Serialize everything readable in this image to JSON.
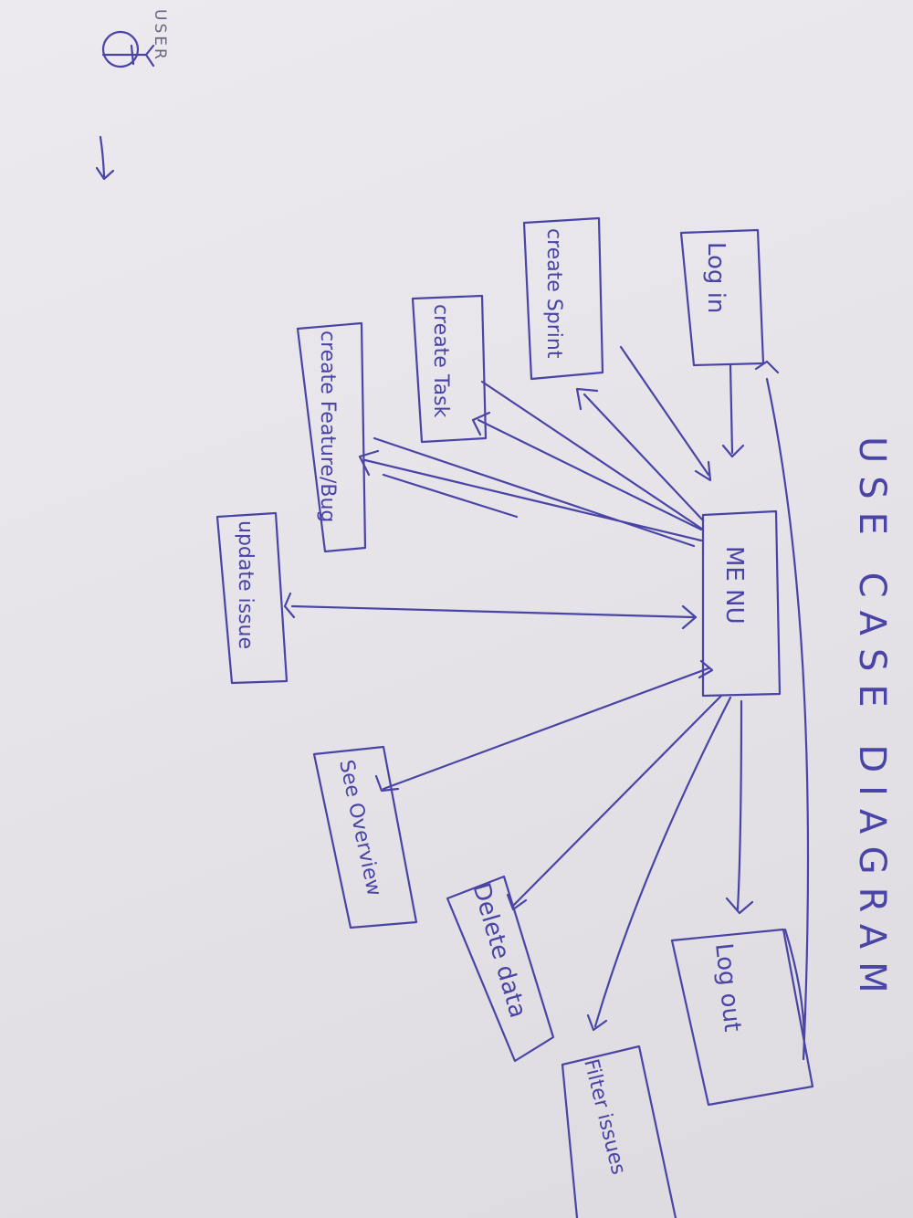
{
  "title": "USE CASE DIAGRAM",
  "actor": {
    "label": "USER"
  },
  "nodes": {
    "login": "Log in",
    "menu": "ME NU",
    "logout": "Log out",
    "create_sprint": "create Sprint",
    "create_task": "create Task",
    "create_feature_bug": "create Feature/Bug",
    "update_issue": "update issue",
    "see_overview": "See Overview",
    "delete_data": "Delete data",
    "filter_issues": "Filter issues"
  },
  "ink_color": "#4a44a6"
}
